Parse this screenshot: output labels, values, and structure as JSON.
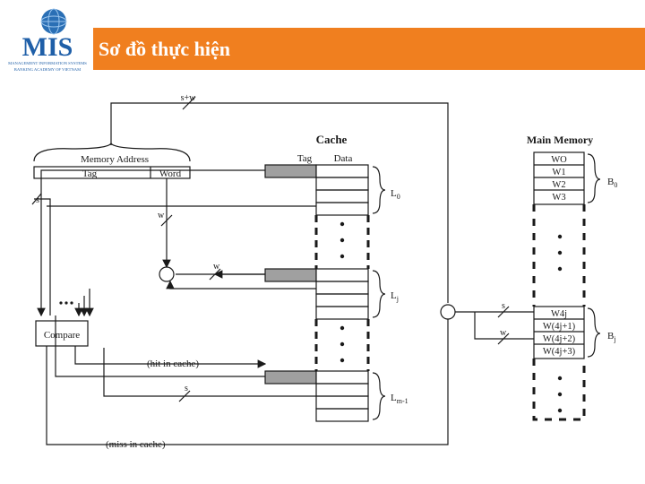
{
  "header": {
    "title": "Sơ đồ thực hiện",
    "accent_color": "#f07f1f"
  },
  "logo": {
    "text": "MIS",
    "line1": "MANAGEMENT INFORMATION SYSTEMS",
    "line2": "BANKING ACADEMY OF VIETNAM",
    "color": "#1f5fa8",
    "globe_icon": "globe-icon"
  },
  "diagram": {
    "address_width_label": "s+w",
    "memory_address_label": "Memory Address",
    "tag_label": "Tag",
    "word_label": "Word",
    "cache_title": "Cache",
    "cache_tag_header": "Tag",
    "cache_data_header": "Data",
    "line_label_0": "L",
    "line_sub_0": "0",
    "line_label_j": "L",
    "line_sub_j": "j",
    "line_label_m": "L",
    "line_sub_m": "m-1",
    "main_memory_title": "Main Memory",
    "memory_words_b0": [
      "WO",
      "W1",
      "W2",
      "W3"
    ],
    "memory_words_bj": [
      "W4j",
      "W(4j+1)",
      "W(4j+2)",
      "W(4j+3)"
    ],
    "block_label_0": "B",
    "block_sub_0": "0",
    "block_label_j": "B",
    "block_sub_j": "j",
    "compare_label": "Compare",
    "hit_label": "(hit in cache)",
    "miss_label": "(miss in cache)",
    "bus_s": "s",
    "bus_w": "w"
  }
}
